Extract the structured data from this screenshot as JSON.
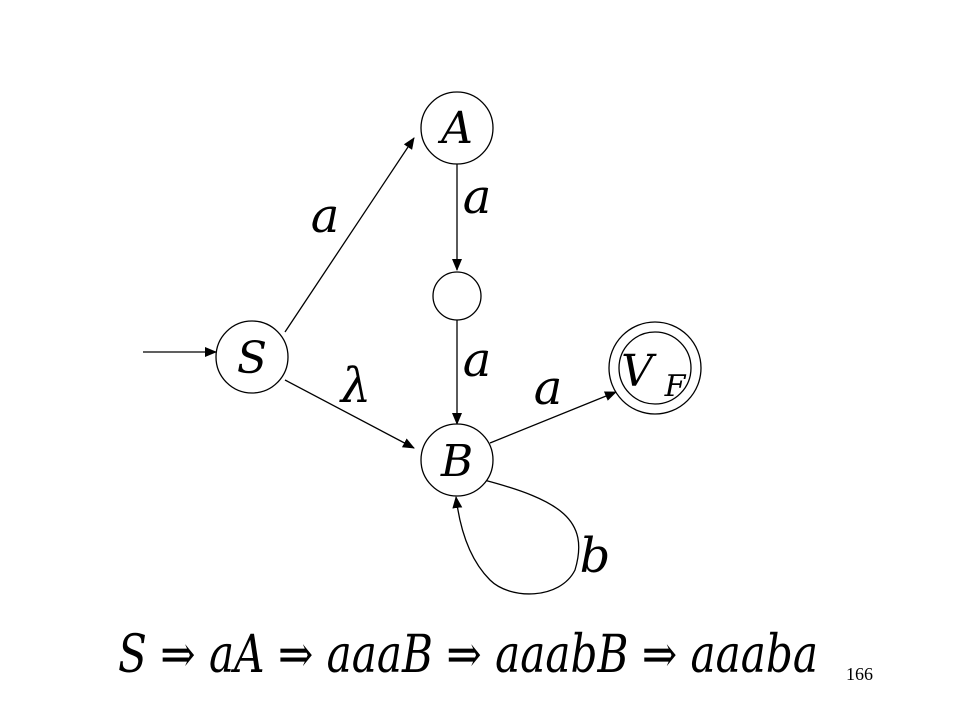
{
  "states": {
    "S": {
      "label": "S"
    },
    "A": {
      "label": "A"
    },
    "M": {
      "label": ""
    },
    "B": {
      "label": "B"
    },
    "VF": {
      "label": "V",
      "subscript": "F"
    }
  },
  "edges": {
    "S_A": {
      "label": "a"
    },
    "A_M": {
      "label": "a"
    },
    "M_B": {
      "label": "a"
    },
    "S_B": {
      "label": "λ"
    },
    "B_VF": {
      "label": "a"
    },
    "B_B": {
      "label": "b"
    }
  },
  "derivation": {
    "arrow": "⇒",
    "steps": [
      "S",
      "aA",
      "aaaB",
      "aaabB",
      "aaaba"
    ]
  },
  "slide_number": "166",
  "colors": {
    "stroke": "#000000",
    "background": "#ffffff"
  }
}
